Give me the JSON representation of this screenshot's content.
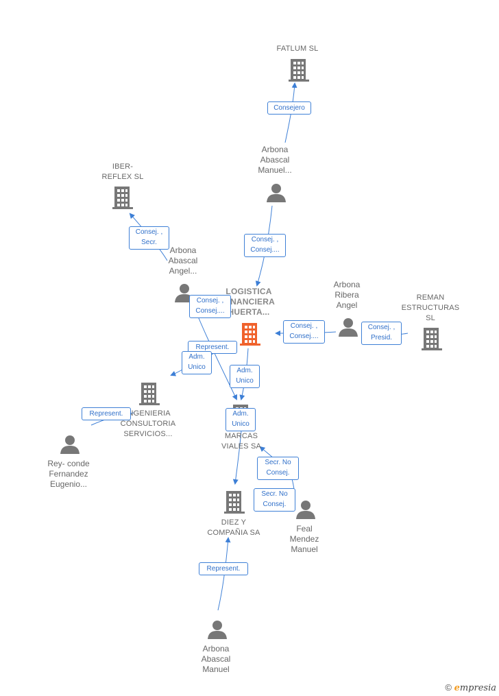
{
  "nodes": {
    "fatlum": {
      "type": "company",
      "lines": [
        "FATLUM  SL"
      ]
    },
    "iberreflex": {
      "type": "company",
      "lines": [
        "IBER-",
        "REFLEX SL"
      ]
    },
    "logistica": {
      "type": "company-main",
      "lines": [
        "LOGISTICA",
        "FINANCIERA",
        "HUERTA..."
      ]
    },
    "reman": {
      "type": "company",
      "lines": [
        "REMAN",
        "ESTRUCTURAS",
        "SL"
      ]
    },
    "ingenieria": {
      "type": "company",
      "lines": [
        "INGENIERIA",
        "CONSULTORIA",
        "SERVICIOS..."
      ]
    },
    "marcas": {
      "type": "company",
      "lines": [
        "MARCAS",
        "VIALES SA"
      ]
    },
    "diez": {
      "type": "company",
      "lines": [
        "DIEZ Y",
        "COMPAÑIA SA"
      ]
    },
    "arbona_manuel_top": {
      "type": "person",
      "lines": [
        "Arbona",
        "Abascal",
        "Manuel..."
      ]
    },
    "arbona_angel": {
      "type": "person",
      "lines": [
        "Arbona",
        "Abascal",
        "Angel..."
      ]
    },
    "arbona_ribera": {
      "type": "person",
      "lines": [
        "Arbona",
        "Ribera",
        "Angel"
      ]
    },
    "rey_conde": {
      "type": "person",
      "lines": [
        "Rey- conde",
        "Fernandez",
        "Eugenio..."
      ]
    },
    "feal": {
      "type": "person",
      "lines": [
        "Feal",
        "Mendez",
        "Manuel"
      ]
    },
    "arbona_manuel_bottom": {
      "type": "person",
      "lines": [
        "Arbona",
        "Abascal",
        "Manuel"
      ]
    }
  },
  "relations": [
    {
      "id": "r1",
      "lines": [
        "Consejero"
      ]
    },
    {
      "id": "r2",
      "lines": [
        "Consej. ,",
        "Secr."
      ]
    },
    {
      "id": "r3",
      "lines": [
        "Consej. ,",
        "Consej...."
      ]
    },
    {
      "id": "r4",
      "lines": [
        "Consej. ,",
        "Consej...."
      ]
    },
    {
      "id": "r5",
      "lines": [
        "Consej. ,",
        "Consej...."
      ]
    },
    {
      "id": "r6",
      "lines": [
        "Consej. ,",
        "Presid."
      ]
    },
    {
      "id": "r7",
      "lines": [
        "Represent."
      ]
    },
    {
      "id": "r8",
      "lines": [
        "Adm.",
        "Unico"
      ]
    },
    {
      "id": "r9",
      "lines": [
        "Adm.",
        "Unico"
      ]
    },
    {
      "id": "r10",
      "lines": [
        "Represent."
      ]
    },
    {
      "id": "r11",
      "lines": [
        "Adm.",
        "Unico"
      ]
    },
    {
      "id": "r12",
      "lines": [
        "Secr.  No",
        "Consej."
      ]
    },
    {
      "id": "r13",
      "lines": [
        "Secr.  No",
        "Consej."
      ]
    },
    {
      "id": "r14",
      "lines": [
        "Represent."
      ]
    }
  ],
  "colors": {
    "edge": "#3d7fd6",
    "company": "#777777",
    "main_company": "#f0622c",
    "person": "#777777"
  },
  "icons": {
    "company": "building-icon",
    "person": "person-icon"
  },
  "brand": {
    "copyright": "©",
    "initial": "e",
    "rest": "mpresia"
  }
}
